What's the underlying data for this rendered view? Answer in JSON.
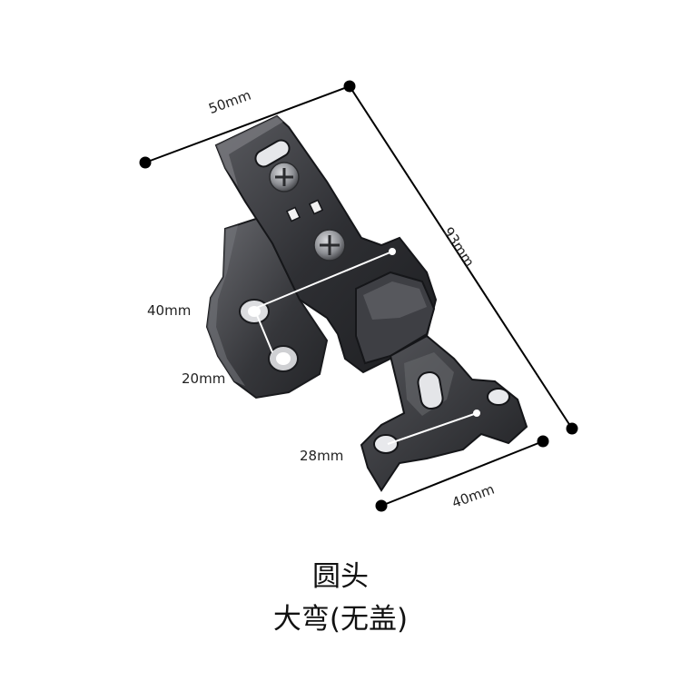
{
  "dimensions": {
    "width_top": "50mm",
    "length_diagonal": "93mm",
    "cup_hole_spacing": "40mm",
    "cup_hole_offset": "20mm",
    "plate_hole_spacing": "28mm",
    "plate_width": "40mm"
  },
  "caption": {
    "line1": "圆头",
    "line2": "大弯(无盖)"
  },
  "colors": {
    "metal_dark": "#2b2b2e",
    "metal_mid": "#4a4b50",
    "metal_light": "#8a8c92",
    "dimension_line": "#000000"
  }
}
